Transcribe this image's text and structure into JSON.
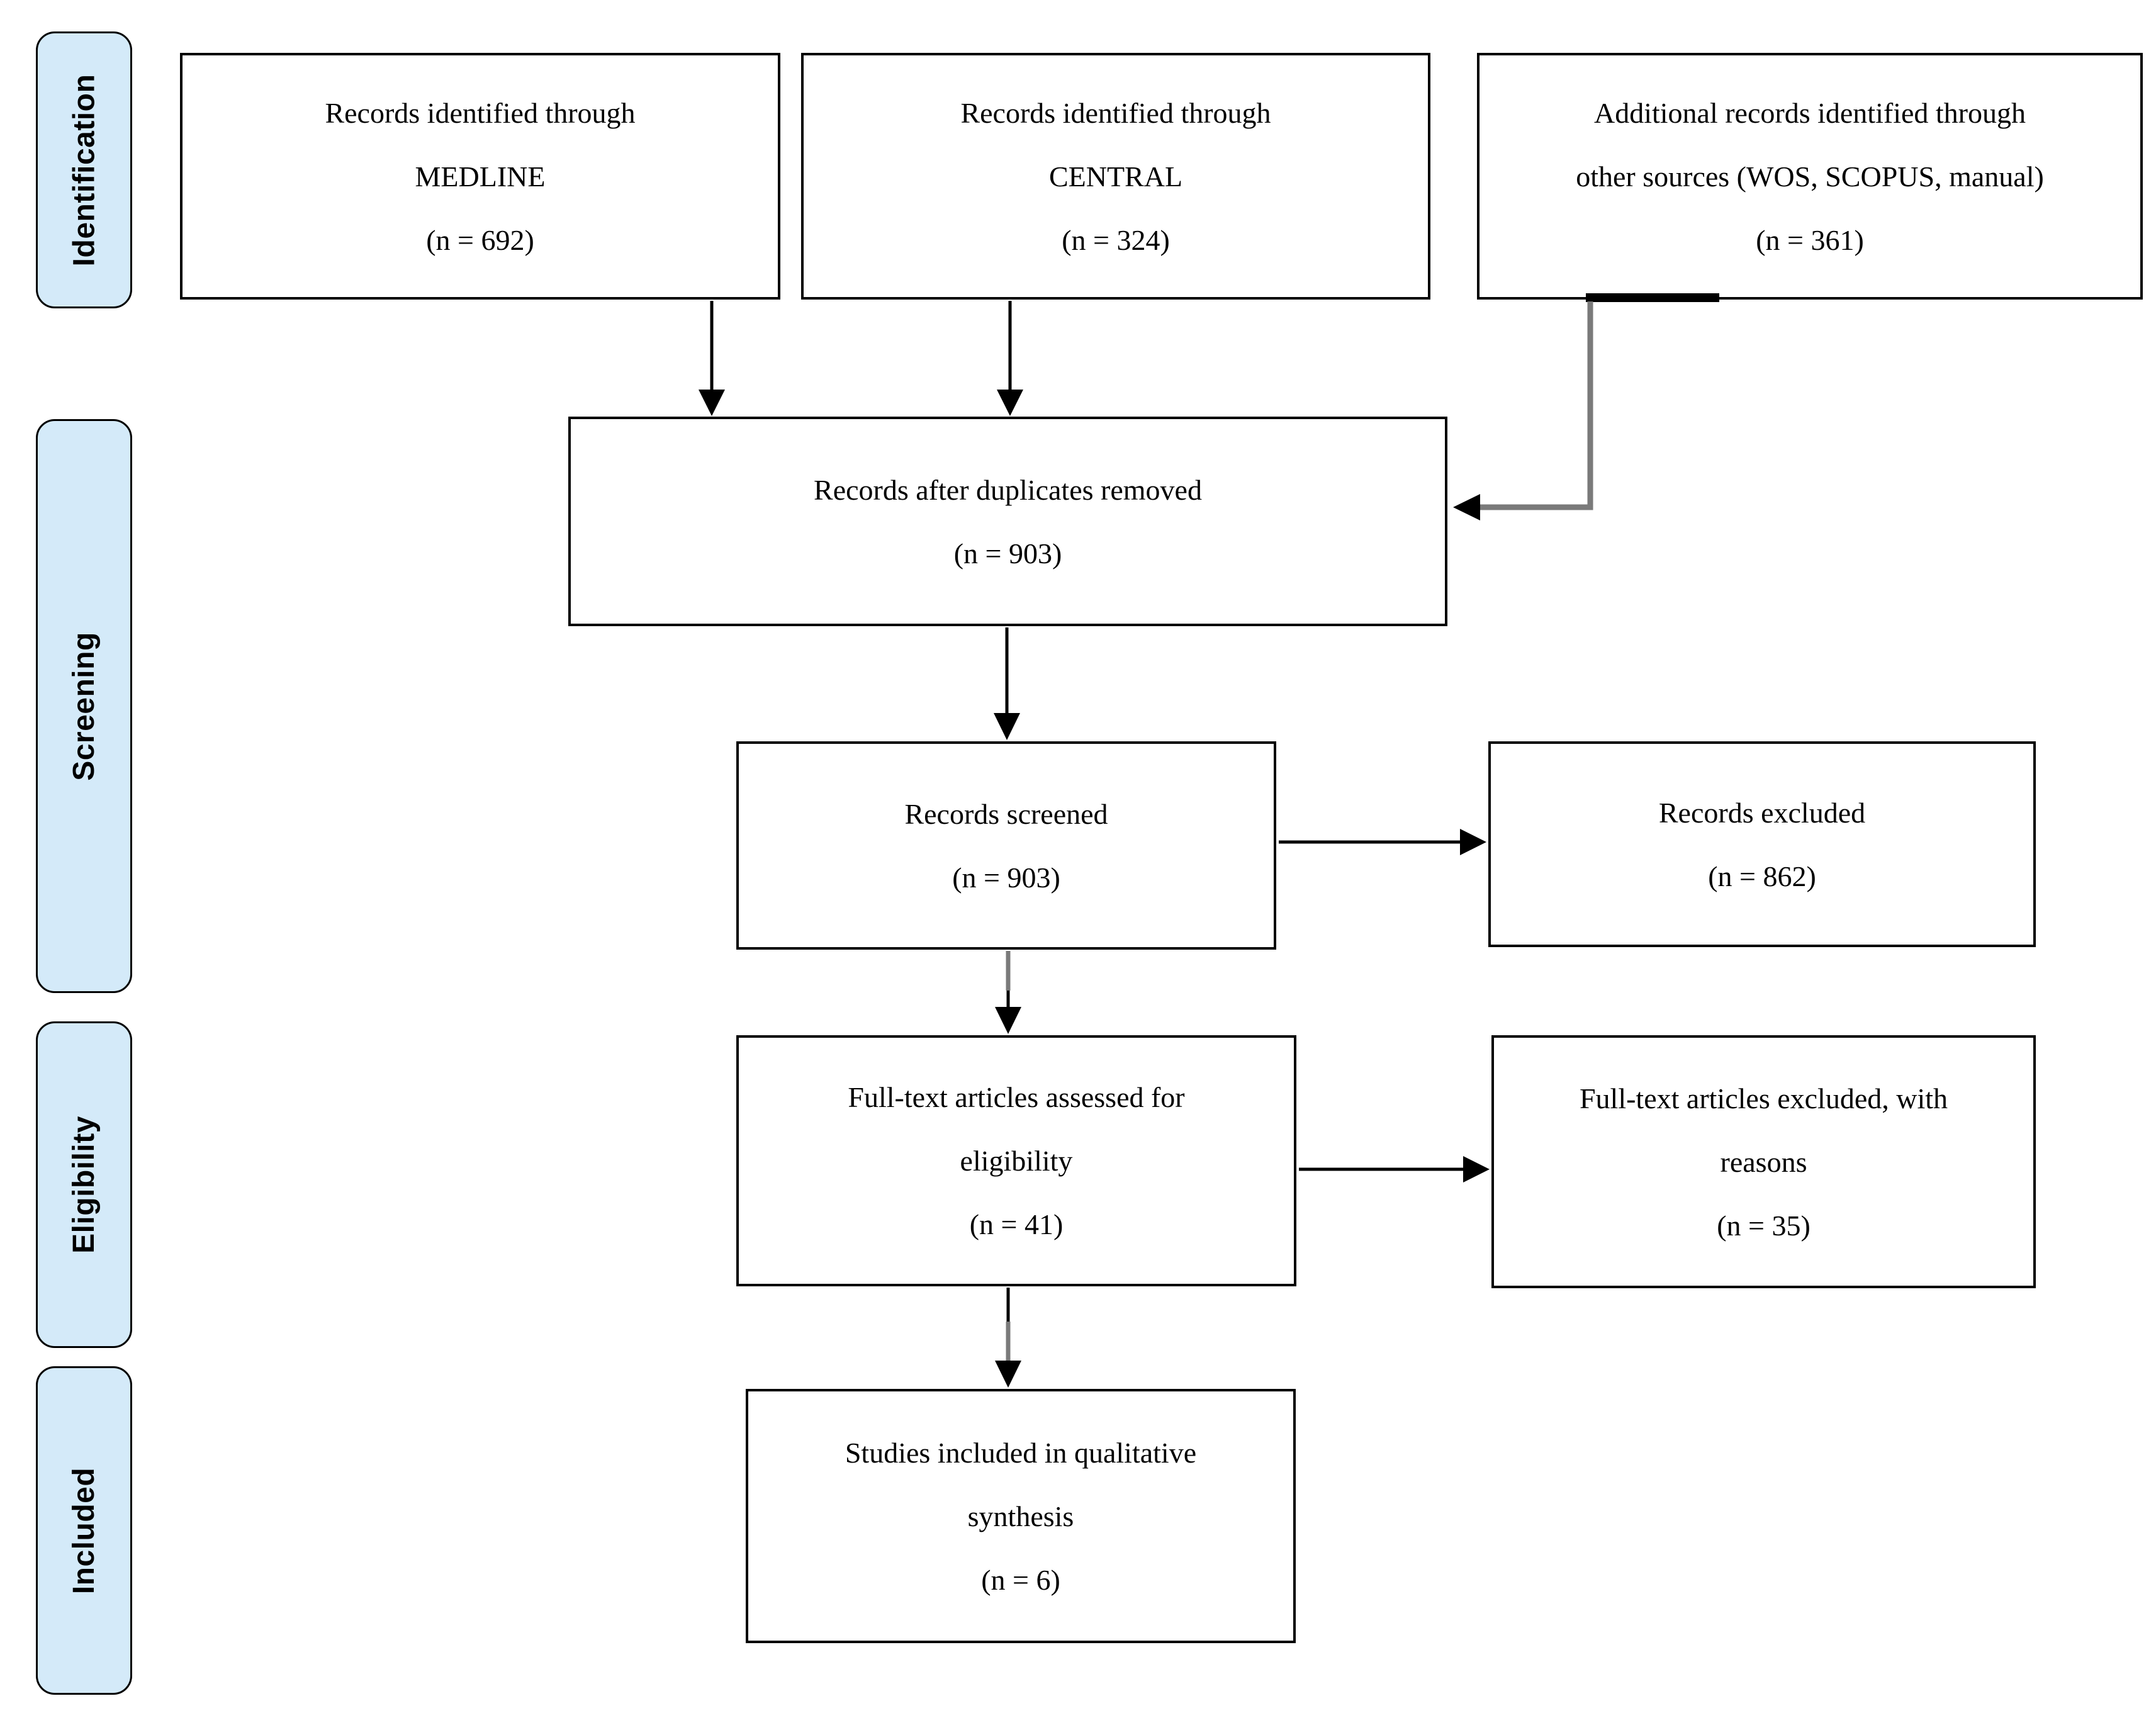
{
  "colors": {
    "background": "#ffffff",
    "sidebar_fill": "#d4eaf9",
    "sidebar_border": "#000000",
    "box_border": "#000000",
    "box_fill": "#ffffff",
    "text": "#000000",
    "connector": "#000000",
    "connector_gray": "#7a7a7a"
  },
  "sidebar": {
    "items": [
      {
        "label": "Identification"
      },
      {
        "label": "Screening"
      },
      {
        "label": "Eligibility"
      },
      {
        "label": "Included"
      }
    ]
  },
  "boxes": {
    "medline": {
      "lines": [
        "Records identified through",
        "MEDLINE",
        "(n = 692)"
      ]
    },
    "central": {
      "lines": [
        "Records identified through",
        "CENTRAL",
        "(n = 324)"
      ]
    },
    "other_sources": {
      "lines": [
        "Additional records identified through",
        "other sources (WOS, SCOPUS, manual)",
        "(n = 361)"
      ]
    },
    "duplicates_removed": {
      "lines": [
        "Records after duplicates removed",
        "(n = 903)"
      ]
    },
    "screened": {
      "lines": [
        "Records screened",
        "(n = 903)"
      ]
    },
    "records_excluded": {
      "lines": [
        "Records excluded",
        "(n = 862)"
      ]
    },
    "fulltext_assessed": {
      "lines": [
        "Full-text articles assessed for",
        "eligibility",
        "(n = 41)"
      ]
    },
    "fulltext_excluded": {
      "lines": [
        "Full-text articles excluded, with",
        "reasons",
        "(n = 35)"
      ]
    },
    "qualitative_synthesis": {
      "lines": [
        "Studies included in qualitative",
        "synthesis",
        "(n = 6)"
      ]
    }
  }
}
